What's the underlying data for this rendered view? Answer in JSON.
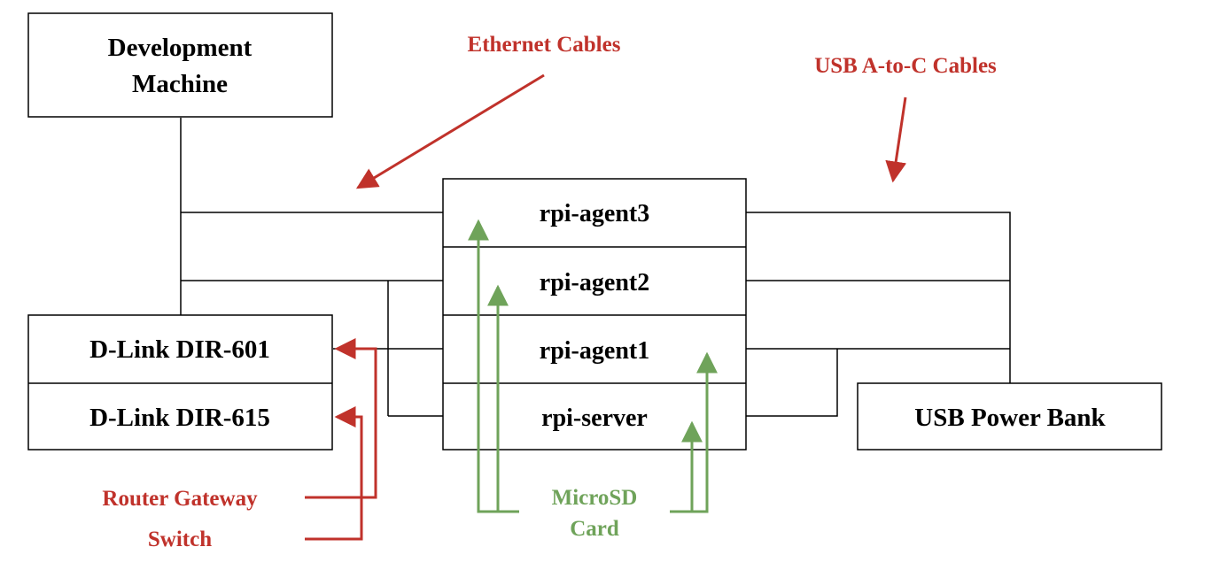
{
  "nodes": {
    "dev_machine": {
      "line1": "Development",
      "line2": "Machine"
    },
    "rpi_agent3": "rpi-agent3",
    "rpi_agent2": "rpi-agent2",
    "rpi_agent1": "rpi-agent1",
    "rpi_server": "rpi-server",
    "dlink_601": "D-Link DIR-601",
    "dlink_615": "D-Link DIR-615",
    "usb_power_bank": "USB Power Bank"
  },
  "annotations": {
    "ethernet_cables": "Ethernet Cables",
    "usb_cables": "USB A-to-C Cables",
    "router_gateway": "Router Gateway",
    "switch": "Switch",
    "microsd": {
      "line1": "MicroSD",
      "line2": "Card"
    }
  },
  "colors": {
    "ethernet_red": "#c0322b",
    "microsd_green": "#6fa35a",
    "line_black": "#000000"
  }
}
